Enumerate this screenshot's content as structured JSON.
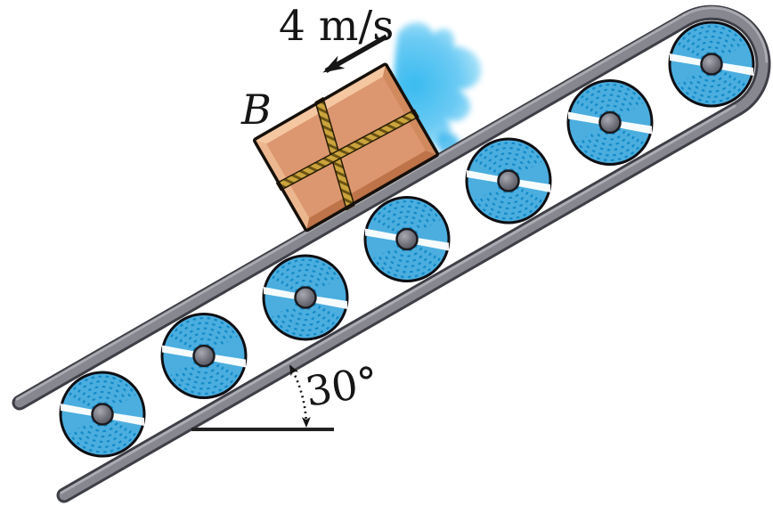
{
  "diagram": {
    "labels": {
      "velocity": "4 m/s",
      "body": "B",
      "angle": "30°"
    },
    "values": {
      "incline_angle_deg": 30,
      "speed_m_per_s": 4
    },
    "conveyor": {
      "roller_count": 7
    },
    "colors": {
      "roller-blue": "#4BAEDF",
      "roller-groove": "#0F87C5",
      "rail-gray": "#87878F",
      "rail-outline": "#3E3E46",
      "rail-highlight": "#B3B3BA",
      "box-face": "#DC9770",
      "box-bevel-light": "#F4C7A1",
      "box-bevel-left": "#ECB78F",
      "box-bevel-bottom": "#BE7348",
      "box-bevel-right": "#D08A5E",
      "rope-gold": "#CBA33C",
      "rope-dark": "#6B5315",
      "swoosh-blue": "#2FB7F0",
      "ink": "#161616"
    }
  }
}
